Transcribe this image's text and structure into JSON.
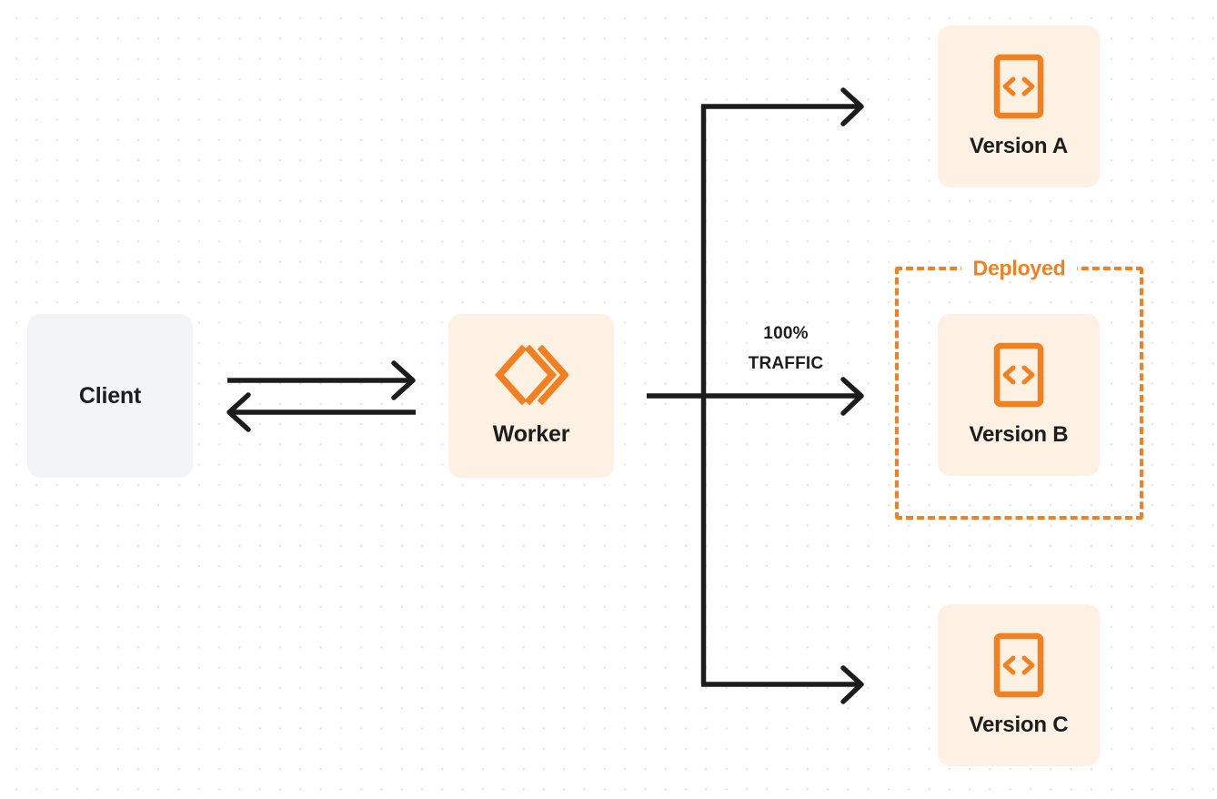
{
  "diagram": {
    "title": "Worker version traffic routing",
    "background": {
      "color": "#ffffff",
      "dot_color": "#e6e6e6",
      "dot_spacing": 22
    },
    "colors": {
      "accent_orange": "#f38020",
      "card_orange_bg": "#fdf1e3",
      "client_gray_bg": "#f3f4f6",
      "line_dark": "#1c1c1c",
      "text_dark": "#1d1d1f"
    }
  },
  "nodes": {
    "client": {
      "label": "Client"
    },
    "worker": {
      "label": "Worker",
      "icon": "cloudflare-workers-logo"
    },
    "versions": [
      {
        "label": "Version A",
        "icon": "code-file-icon"
      },
      {
        "label": "Version B",
        "icon": "code-file-icon"
      },
      {
        "label": "Version C",
        "icon": "code-file-icon"
      }
    ]
  },
  "groups": {
    "deployed": {
      "label": "Deployed",
      "border_style": "dashed",
      "border_color": "#f38020",
      "contains": "Version B"
    }
  },
  "annotations": {
    "traffic": {
      "percent": "100%",
      "target": "TRAFFIC"
    }
  },
  "connectors": [
    {
      "name": "client-to-worker",
      "direction": "right",
      "from": "Client",
      "to": "Worker"
    },
    {
      "name": "worker-to-client",
      "direction": "left",
      "from": "Worker",
      "to": "Client"
    },
    {
      "name": "worker-to-version-a",
      "direction": "right",
      "from": "Worker",
      "to": "Version A"
    },
    {
      "name": "worker-to-version-b",
      "direction": "right",
      "from": "Worker",
      "to": "Version B"
    },
    {
      "name": "worker-to-version-c",
      "direction": "right",
      "from": "Worker",
      "to": "Version C"
    }
  ]
}
